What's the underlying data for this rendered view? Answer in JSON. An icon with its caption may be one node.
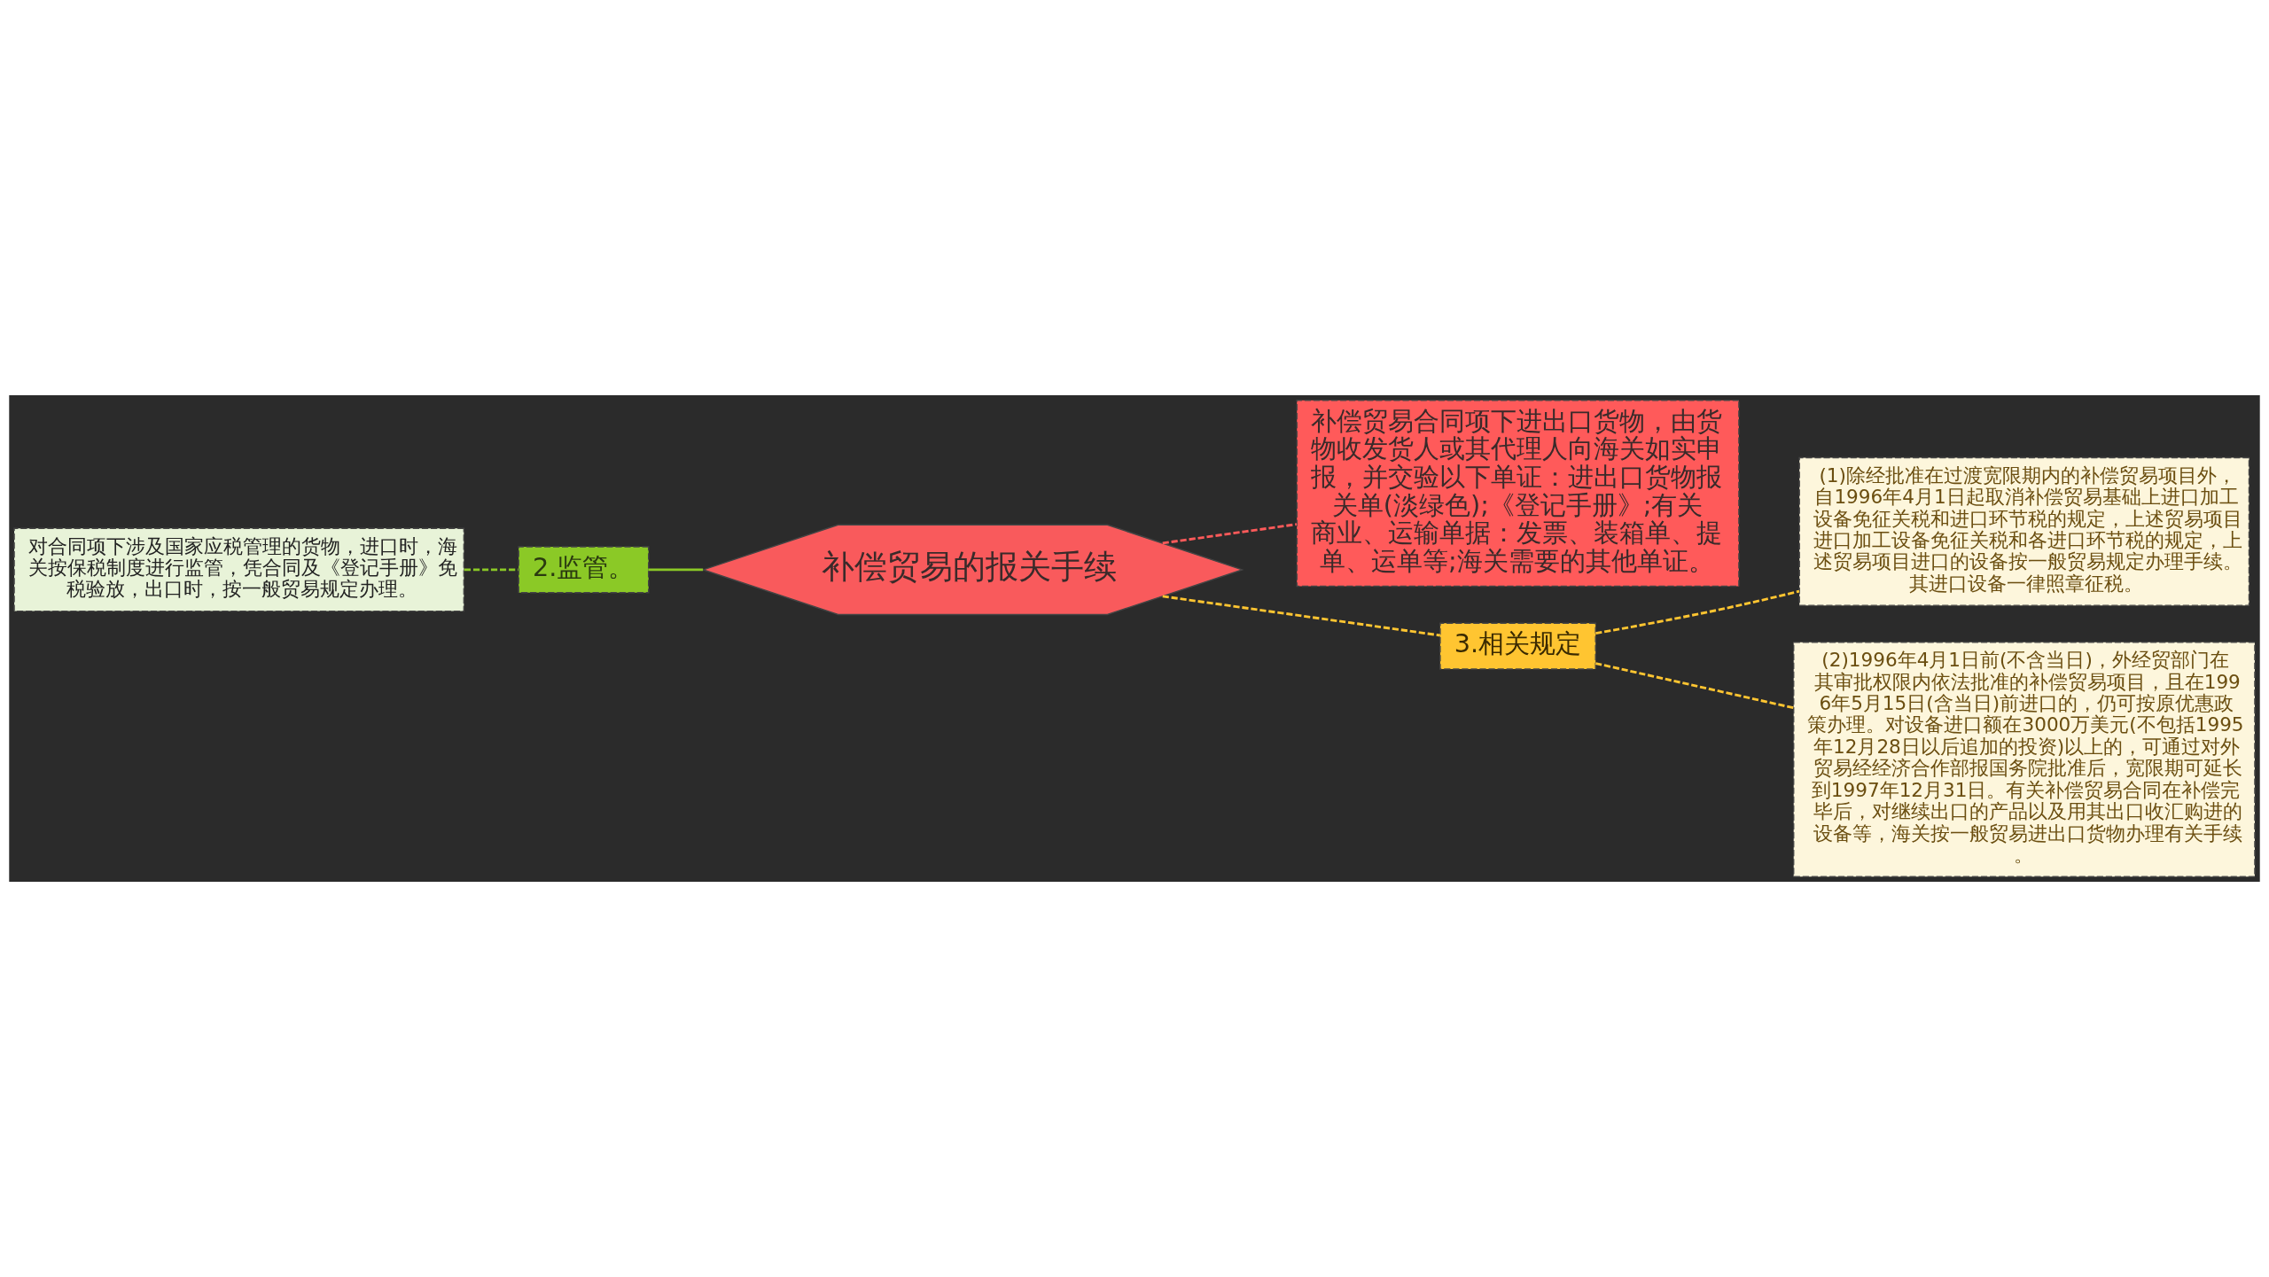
{
  "diagram": {
    "nodes": [
      {
        "text": [
          "补偿贸易的报关手续"
        ]
      },
      {
        "text": [
          "补偿贸易合同项下进出口货物，由货物收发货人或其代理人向海关如实申报，并交验以下单证：进出口货物报关单(淡绿色);《登记手册》;有关商业、运输单据：发票、装箱单、提单、运单等;海关需要的其他单证。"
        ]
      },
      {
        "text": [
          "2.监管。"
        ]
      },
      {
        "text": [
          "对合同项下涉及国家应税管理的货物，进口时，海关按保税制度进行监管，凭合同及《登记手册》免税验放，出口时，按一般贸易规定办理。"
        ]
      },
      {
        "text": [
          "3.相关规定"
        ]
      },
      {
        "text": [
          "(1)除经批准在过渡宽限期内的补偿贸易项目外，自1996年4月1日起取消补偿贸易基础上进口加工设备免征关税和进口环节税的规定，上述贸易项目进口加工设备免征关税和各进口环节税的规定，上述贸易项目进口的设备按一般贸易规定办理手续。其进口设备一律照章征税。"
        ]
      },
      {
        "text": [
          "(2)1996年4月1日前(不含当日)，外经贸部门在其审批权限内依法批准的补偿贸易项目，且在1996年5月15日(含当日)前进口的，仍可按原优惠政策办理。对设备进口额在3000万美元(不包括1995年12月28日以后追加的投资)以上的，可通过对外贸易经经济合作部报国务院批准后，宽限期可延长到1997年12月31日。有关补偿贸易合同在补偿完毕后，对继续出口的产品以及用其出口收汇购进的设备等，海关按一般贸易进出口货物办理有关手续。"
        ]
      }
    ],
    "edges": [
      {
        "from": 0,
        "to": 1,
        "arrow": "none",
        "style": "dashed",
        "color": "#ff5a5a"
      },
      {
        "from": 0,
        "to": 2,
        "arrow": "none",
        "color": "#8bc926"
      },
      {
        "from": 2,
        "to": 3,
        "arrow": "none",
        "style": "dashed",
        "color": "#8bc926"
      },
      {
        "from": 0,
        "to": 4,
        "arrow": "none",
        "style": "dashed",
        "color": "#ffc531"
      },
      {
        "from": 4,
        "to": 5,
        "arrow": "none",
        "style": "dashed",
        "color": "#ffc531"
      },
      {
        "from": 4,
        "to": 6,
        "arrow": "none",
        "style": "dashed",
        "color": "#ffc531"
      }
    ]
  }
}
